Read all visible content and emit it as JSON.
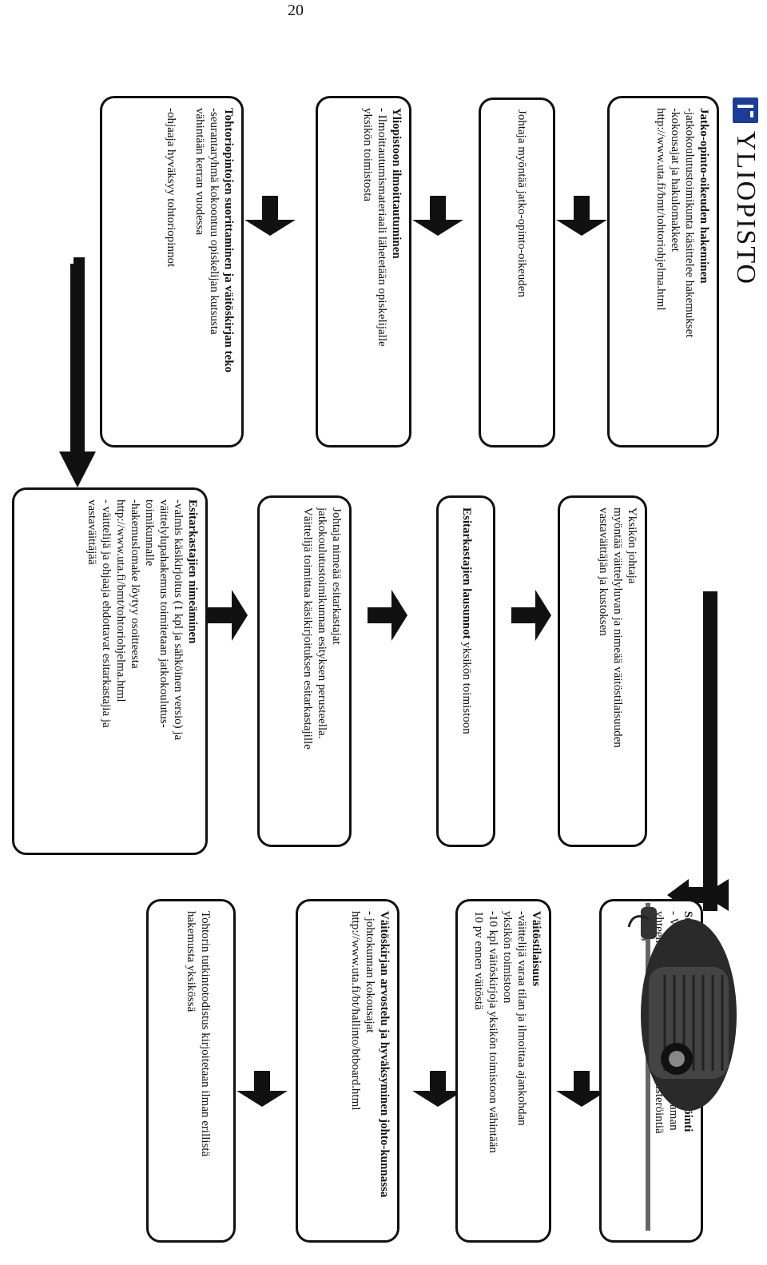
{
  "page_number": "20",
  "logo": {
    "text": "YLIOPISTO",
    "icon": "university-logo-mark"
  },
  "boxes": [
    {
      "id": "b1",
      "title": "Jatko-opinto-oikeuden hakeminen",
      "lines": [
        "-jatkokoulutustoimikunta käsittelee hakemukset",
        "-kokousajat  ja hakulomakkeet",
        "http://www.uta.fi/bmt/tohtoriohjelma.html"
      ]
    },
    {
      "id": "b2",
      "title": "",
      "lines": [
        "Johtaja myöntää jatko-opinto-oikeuden"
      ]
    },
    {
      "id": "b3",
      "title": "Yliopistoon ilmoittautuminen",
      "lines": [
        "- Ilmoittautumismateriaali lähetetään opiskelijalle",
        "yksikön toimistosta"
      ]
    },
    {
      "id": "b4",
      "title": "Tohtoriopintojen suorittaminen ja väitöskirjan teko",
      "lines": [
        "-seurantaryhmä kokoontuu opiskelijan kutsusta",
        "vähintään kerran vuodessa",
        "",
        "        -ohjaaja hyväksyy tohtoriopinnot"
      ]
    },
    {
      "id": "b5",
      "title": "Esitarkastajien nimeäminen",
      "lines": [
        "-valmis käsikirjoitus (1 kpl ja sähköinen versio) ja",
        "väittelylupahakemus  toimitetaan jatkokoulutus-",
        "toimikunnalle",
        "-hakemuslomake löytyy osoitteesta",
        "http://www.uta.fi/bmt/tohtoriohjelma.html",
        "- väittelijä ja ohjaaja ehdottavat esitarkastajia ja",
        "vastaväittäjää"
      ]
    },
    {
      "id": "b6",
      "title": "",
      "lines": [
        "Johtaja nimeää esitarkastajat",
        "jatkokoulutustoimikunnan esityksen perusteella.",
        "Väittelijä toimittaa käsikirjoituksen esitarkastajille"
      ]
    },
    {
      "id": "b7",
      "title": "Esitarkastajien lausunnot",
      "lines": [
        "yksikön toimistoon"
      ],
      "inline": true
    },
    {
      "id": "b8",
      "title": "",
      "lines": [
        "Yksikön johtaja",
        "myöntää väittelyluvan ja nimeää väitöstilaisuuden",
        "vastaväittäjän ja kustoksen"
      ]
    },
    {
      "id": "b9",
      "title": "Suoritettujen tohtoriopintojen rekisteröinti",
      "lines": [
        "- Väittelijä toimittaa ohjaajan allekirjoittaman",
        "yhteenvedon yksikön toimistoon rekisteröintiä",
        "varten"
      ]
    },
    {
      "id": "b10",
      "title": "Väitöstilaisuus",
      "lines": [
        "-väittelijä varaa tilan ja ilmoittaa ajankohdan",
        "yksikön toimistoon",
        "-10 kpl väitöskirjoja yksikön toimistoon vähintään",
        "10 pv ennen väitöstä"
      ]
    },
    {
      "id": "b11",
      "title": "Väitöskirjan arvostelu ja hyväksyminen johto-kunnassa",
      "lines": [
        "- johtokunnan kokousajat",
        "http://www.uta.fi/bt/hallinto/btboard.html"
      ]
    },
    {
      "id": "b12",
      "title": "",
      "lines": [
        "Tohtorin tutkintotodistus kirjoitetaan ilman erillistä",
        "hakemusta yksikössä"
      ]
    }
  ],
  "decoration": {
    "icon": "doctoral-hat-and-sword-icon"
  }
}
